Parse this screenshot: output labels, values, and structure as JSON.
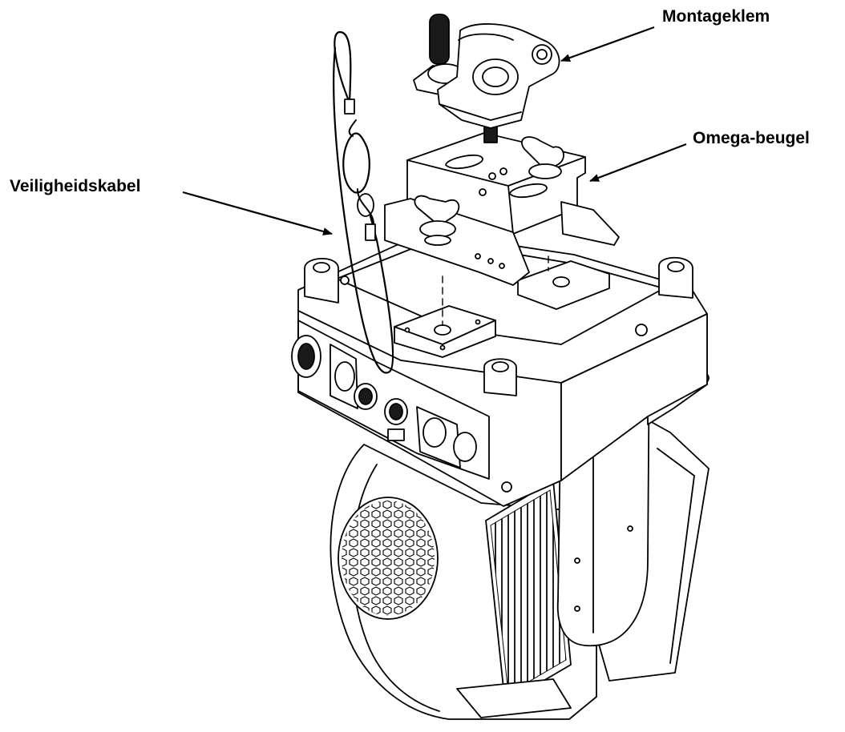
{
  "labels": {
    "mounting_clamp": "Montageklem",
    "omega_bracket": "Omega-beugel",
    "safety_cable": "Veiligheidskabel"
  },
  "colors": {
    "line": "#000000",
    "fill": "#ffffff",
    "dark": "#1a1a1a"
  }
}
